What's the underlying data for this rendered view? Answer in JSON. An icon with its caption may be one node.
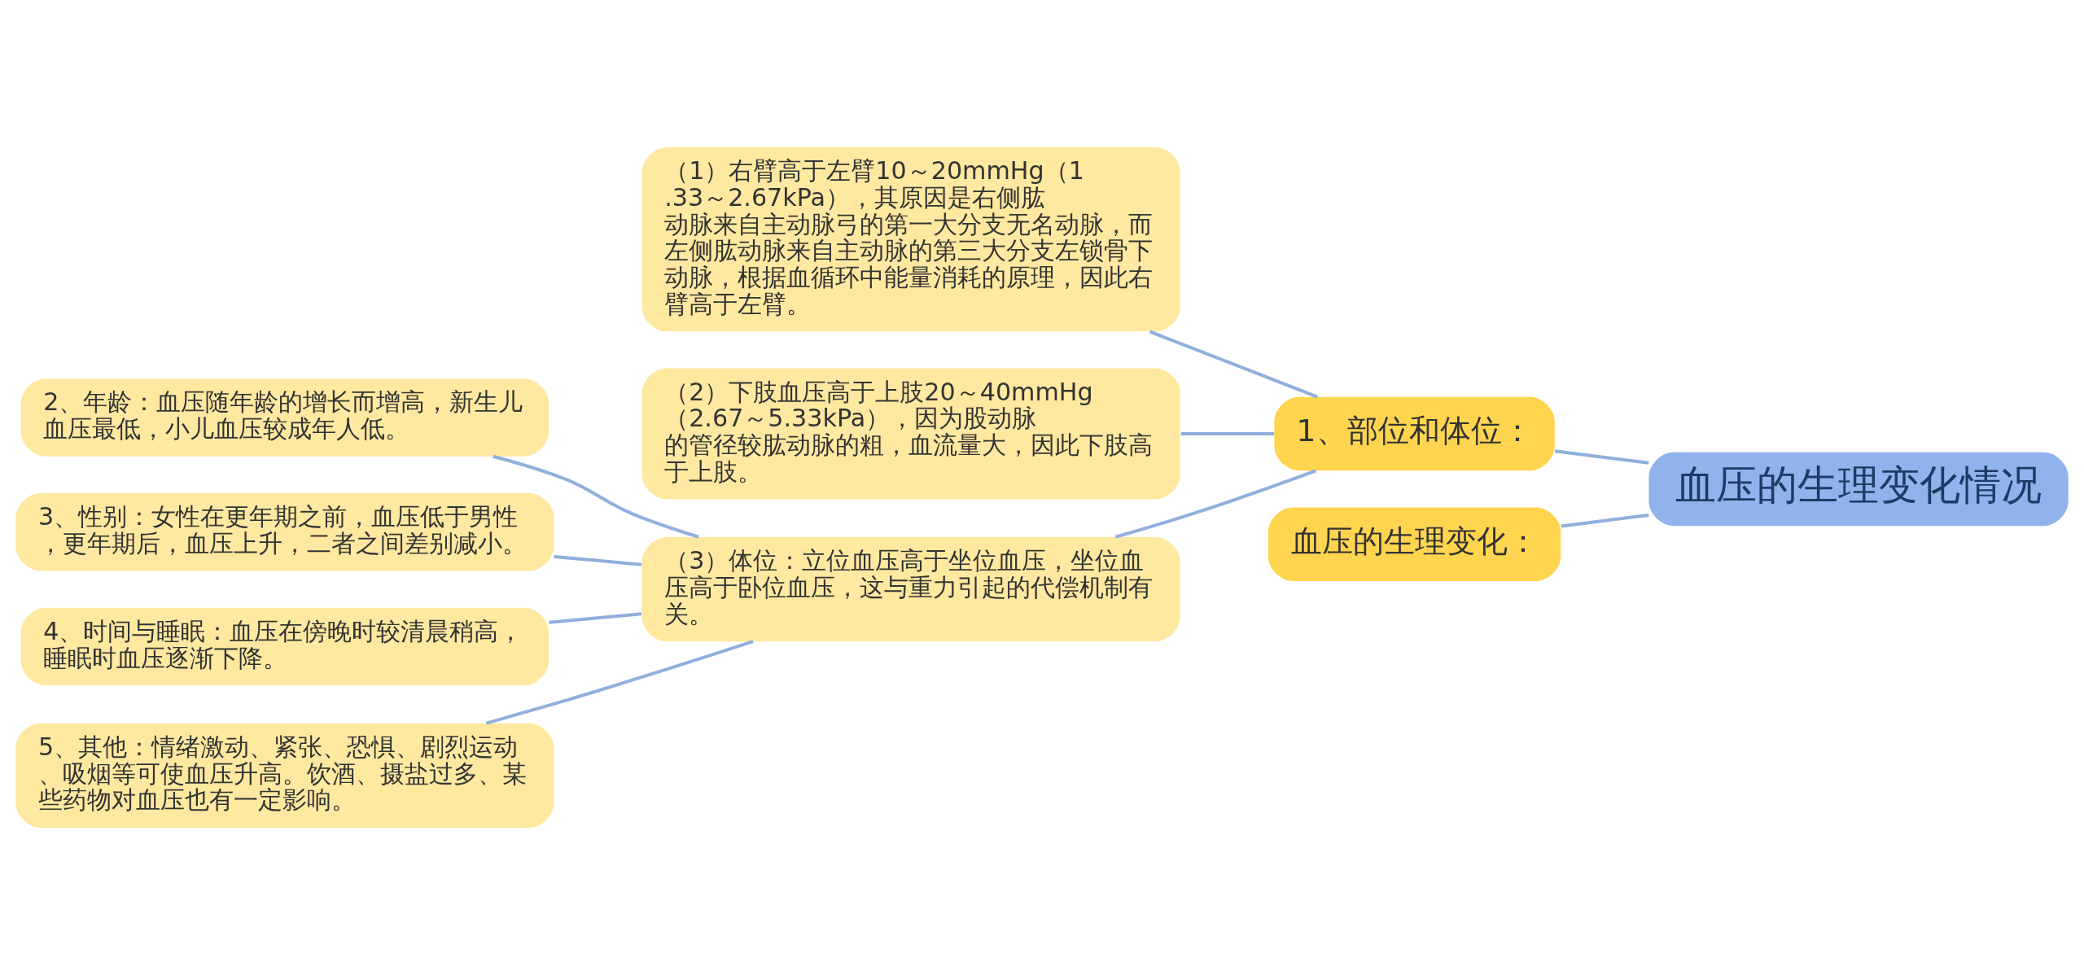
{
  "diagram": {
    "nodes": [
      {
        "text": [
          "血压的生理变化情况"
        ]
      },
      {
        "text": [
          "1、部位和体位："
        ]
      },
      {
        "text": [
          "血压的生理变化："
        ]
      },
      {
        "text": [
          "（1）右臂高于左臂10～20mmHg（1.33～2.67kPa），其原因是右侧肱动脉来自主动脉弓的第一大分支无名动脉，而左侧肱动脉来自主动脉的第三大分支左锁骨下动脉，根据血循环中能量消耗的原理，因此右臂高于左臂。"
        ]
      },
      {
        "text": [
          "（2）下肢血压高于上肢20～40mmHg（2.67～5.33kPa），因为股动脉的管径较肱动脉的粗，血流量大，因此下肢高于上肢。"
        ]
      },
      {
        "text": [
          "（3）体位：立位血压高于坐位血压，坐位血压高于卧位血压，这与重力引起的代偿机制有关。"
        ]
      },
      {
        "text": [
          "2、年龄：血压随年龄的增长而增高，新生儿血压最低，小儿血压较成年人低。"
        ]
      },
      {
        "text": [
          "3、性别：女性在更年期之前，血压低于男性，更年期后，血压上升，二者之间差别减小。"
        ]
      },
      {
        "text": [
          "4、时间与睡眠：血压在傍晚时较清晨稍高，睡眠时血压逐渐下降。"
        ]
      },
      {
        "text": [
          "5、其他：情绪激动、紧张、恐惧、剧烈运动、吸烟等可使血压升高。饮酒、摄盐过多、某些药物对血压也有一定影响。"
        ]
      }
    ],
    "edges": [
      {
        "from": 0,
        "to": 1,
        "arrow": "none"
      },
      {
        "from": 0,
        "to": 2,
        "arrow": "none"
      },
      {
        "from": 1,
        "to": 3,
        "arrow": "none"
      },
      {
        "from": 1,
        "to": 4,
        "arrow": "none"
      },
      {
        "from": 1,
        "to": 5,
        "arrow": "none"
      },
      {
        "from": 5,
        "to": 6,
        "arrow": "none"
      },
      {
        "from": 5,
        "to": 7,
        "arrow": "none"
      },
      {
        "from": 5,
        "to": 8,
        "arrow": "none"
      },
      {
        "from": 5,
        "to": 9,
        "arrow": "none"
      }
    ]
  }
}
